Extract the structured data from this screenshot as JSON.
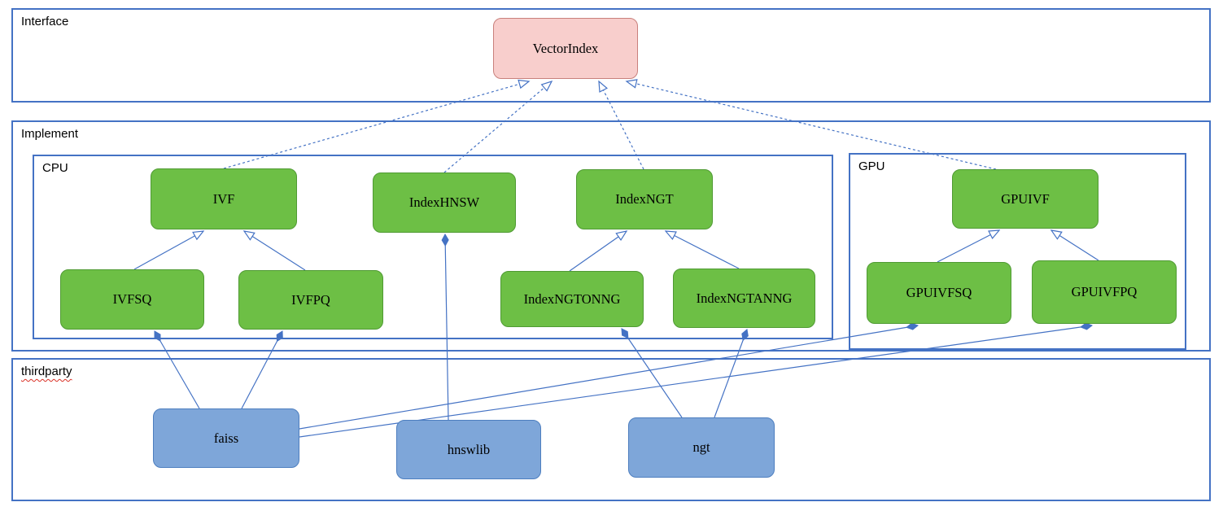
{
  "diagram": {
    "containers": {
      "interface": {
        "label": "Interface"
      },
      "implement": {
        "label": "Implement"
      },
      "cpu": {
        "label": "CPU"
      },
      "gpu": {
        "label": "GPU"
      },
      "thirdparty": {
        "label": "thirdparty"
      }
    },
    "nodes": {
      "vectorindex": {
        "label": "VectorIndex",
        "kind": "interface",
        "container": "interface"
      },
      "ivf": {
        "label": "IVF",
        "kind": "class",
        "container": "cpu"
      },
      "indexhnsw": {
        "label": "IndexHNSW",
        "kind": "class",
        "container": "cpu"
      },
      "indexngt": {
        "label": "IndexNGT",
        "kind": "class",
        "container": "cpu"
      },
      "ivfsq": {
        "label": "IVFSQ",
        "kind": "class",
        "container": "cpu"
      },
      "ivfpq": {
        "label": "IVFPQ",
        "kind": "class",
        "container": "cpu"
      },
      "indexngtonng": {
        "label": "IndexNGTONNG",
        "kind": "class",
        "container": "cpu"
      },
      "indexngtanng": {
        "label": "IndexNGTANNG",
        "kind": "class",
        "container": "cpu"
      },
      "gpuivf": {
        "label": "GPUIVF",
        "kind": "class",
        "container": "gpu"
      },
      "gpuivfsq": {
        "label": "GPUIVFSQ",
        "kind": "class",
        "container": "gpu"
      },
      "gpuivfpq": {
        "label": "GPUIVFPQ",
        "kind": "class",
        "container": "gpu"
      },
      "faiss": {
        "label": "faiss",
        "kind": "thirdparty",
        "container": "thirdparty"
      },
      "hnswlib": {
        "label": "hnswlib",
        "kind": "thirdparty",
        "container": "thirdparty"
      },
      "ngt": {
        "label": "ngt",
        "kind": "thirdparty",
        "container": "thirdparty"
      }
    },
    "edges": [
      {
        "from": "IVF",
        "to": "VectorIndex",
        "type": "realization"
      },
      {
        "from": "IndexHNSW",
        "to": "VectorIndex",
        "type": "realization"
      },
      {
        "from": "IndexNGT",
        "to": "VectorIndex",
        "type": "realization"
      },
      {
        "from": "GPUIVF",
        "to": "VectorIndex",
        "type": "realization"
      },
      {
        "from": "IVFSQ",
        "to": "IVF",
        "type": "generalization"
      },
      {
        "from": "IVFPQ",
        "to": "IVF",
        "type": "generalization"
      },
      {
        "from": "IndexNGTONNG",
        "to": "IndexNGT",
        "type": "generalization"
      },
      {
        "from": "IndexNGTANNG",
        "to": "IndexNGT",
        "type": "generalization"
      },
      {
        "from": "GPUIVFSQ",
        "to": "GPUIVF",
        "type": "generalization"
      },
      {
        "from": "GPUIVFPQ",
        "to": "GPUIVF",
        "type": "generalization"
      },
      {
        "from": "faiss",
        "to": "IVFSQ",
        "type": "composition"
      },
      {
        "from": "faiss",
        "to": "IVFPQ",
        "type": "composition"
      },
      {
        "from": "faiss",
        "to": "GPUIVFSQ",
        "type": "composition"
      },
      {
        "from": "faiss",
        "to": "GPUIVFPQ",
        "type": "composition"
      },
      {
        "from": "hnswlib",
        "to": "IndexHNSW",
        "type": "composition"
      },
      {
        "from": "ngt",
        "to": "IndexNGTONNG",
        "type": "composition"
      },
      {
        "from": "ngt",
        "to": "IndexNGTANNG",
        "type": "composition"
      }
    ],
    "colors": {
      "container_border": "#4472c4",
      "interface_fill": "#f8cecc",
      "interface_border": "#c9807c",
      "class_fill": "#6dbf45",
      "class_border": "#4f9a33",
      "thirdparty_fill": "#7ea6d9",
      "thirdparty_border": "#4d7ebf",
      "edge": "#4472c4"
    }
  }
}
